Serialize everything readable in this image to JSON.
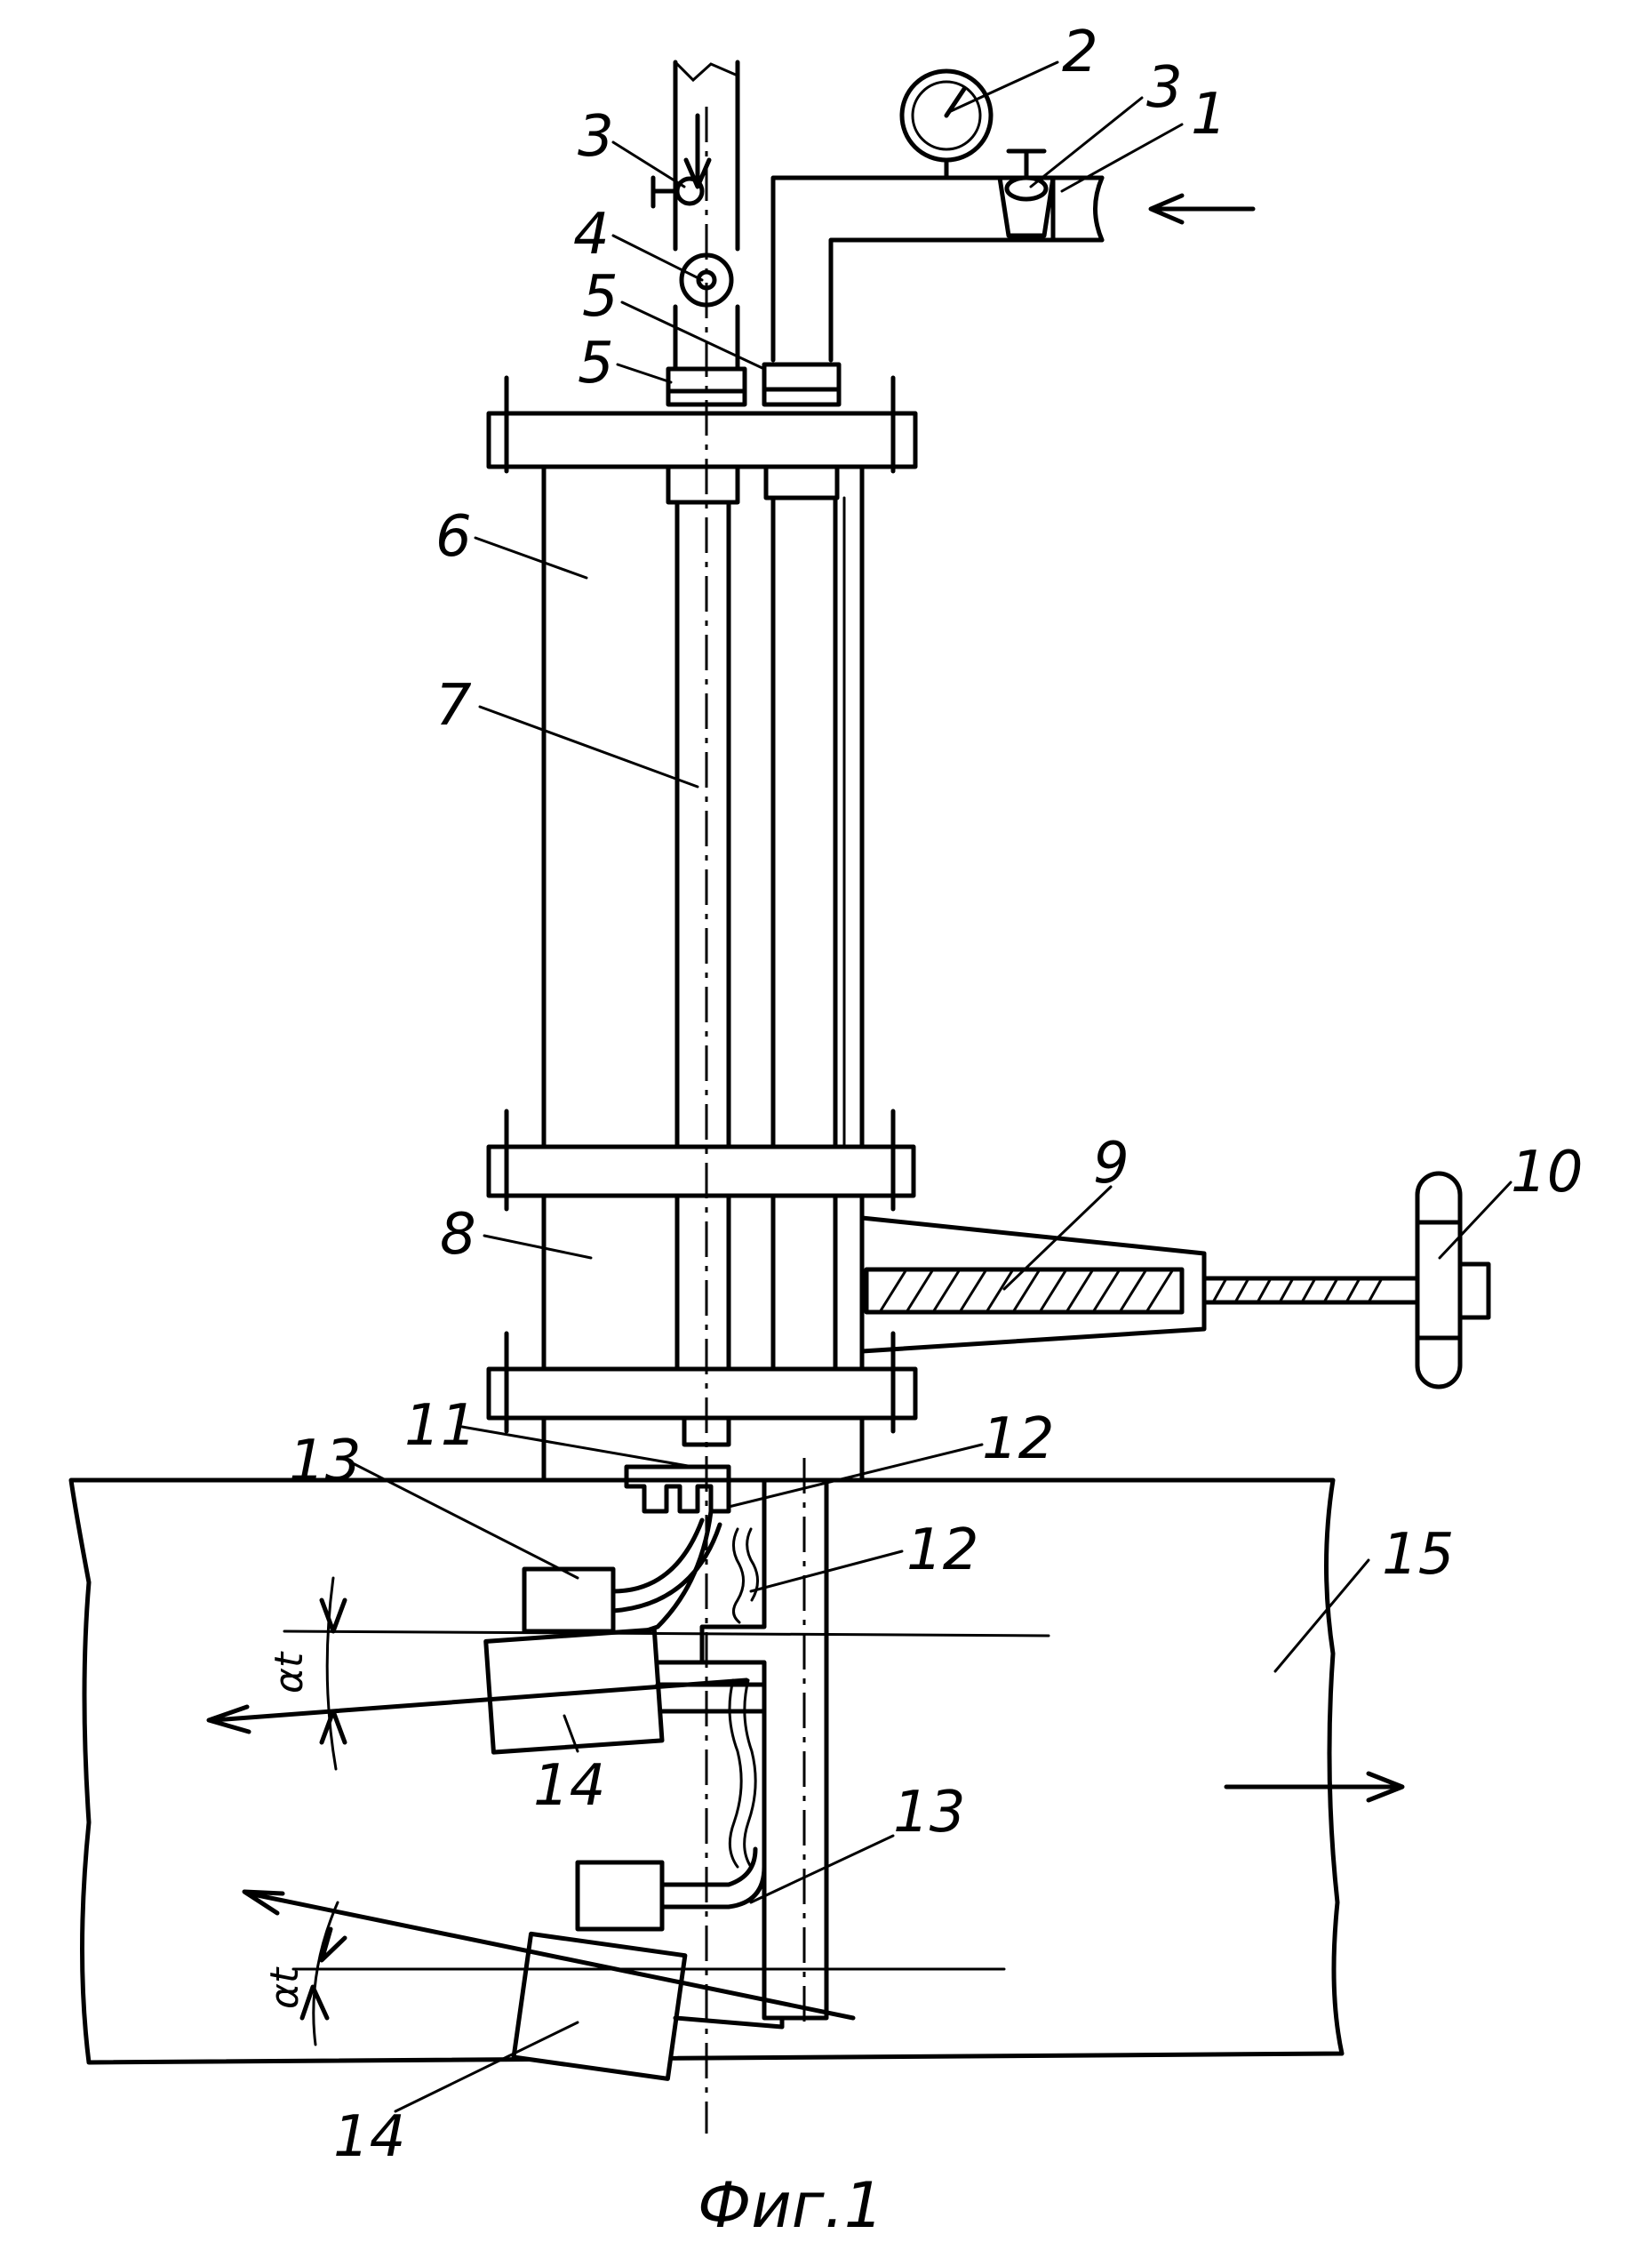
{
  "figure": {
    "caption": "Фиг.1"
  },
  "labels": {
    "l1": "1",
    "l2": "2",
    "l3a": "3",
    "l3b": "3",
    "l4": "4",
    "l5a": "5",
    "l5b": "5",
    "l6": "6",
    "l7": "7",
    "l8": "8",
    "l9": "9",
    "l10": "10",
    "l11": "11",
    "l12a": "12",
    "l12b": "12",
    "l13a": "13",
    "l13b": "13",
    "l14a": "14",
    "l14b": "14",
    "l15": "15"
  },
  "angles": {
    "upper": "αt",
    "lower": "αt"
  }
}
